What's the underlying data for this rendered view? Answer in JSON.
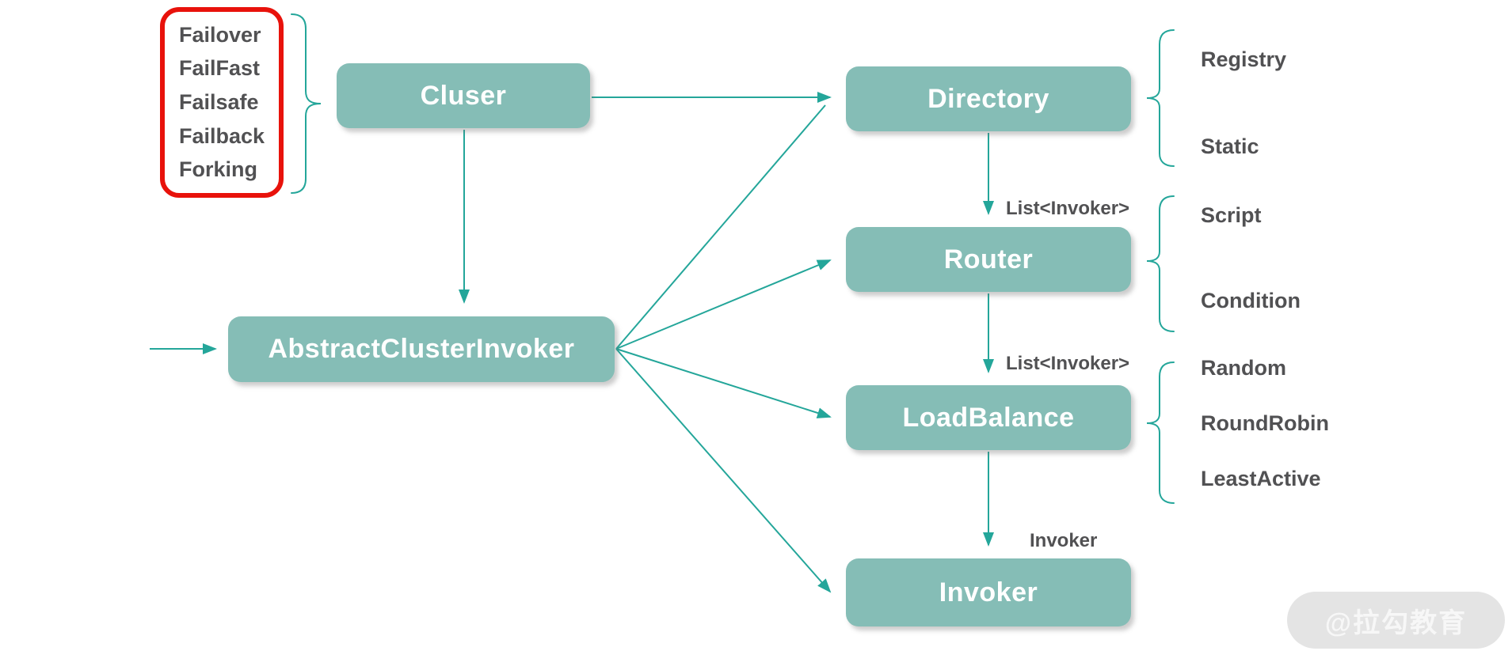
{
  "nodes": {
    "cluster": "Cluser",
    "directory": "Directory",
    "router": "Router",
    "loadbalance": "LoadBalance",
    "invoker": "Invoker",
    "abstract_cluster_invoker": "AbstractClusterInvoker"
  },
  "lists": {
    "cluster_strategies": [
      "Failover",
      "FailFast",
      "Failsafe",
      "Failback",
      "Forking"
    ],
    "directory_types": [
      "Registry",
      "Static"
    ],
    "router_types": [
      "Script",
      "Condition"
    ],
    "loadbalance_types": [
      "Random",
      "RoundRobin",
      "LeastActive"
    ]
  },
  "edge_labels": {
    "directory_to_router": "List<Invoker>",
    "router_to_loadbalance": "List<Invoker>",
    "loadbalance_to_invoker": "Invoker"
  },
  "watermark": "@拉勾教育",
  "colors": {
    "node_fill": "#85bdb6",
    "node_text": "#ffffff",
    "connector": "#24a69a",
    "label_text": "#515153",
    "highlight_border": "#e8120b",
    "watermark_bg": "#e4e4e4",
    "watermark_text": "#f7f7f7"
  }
}
